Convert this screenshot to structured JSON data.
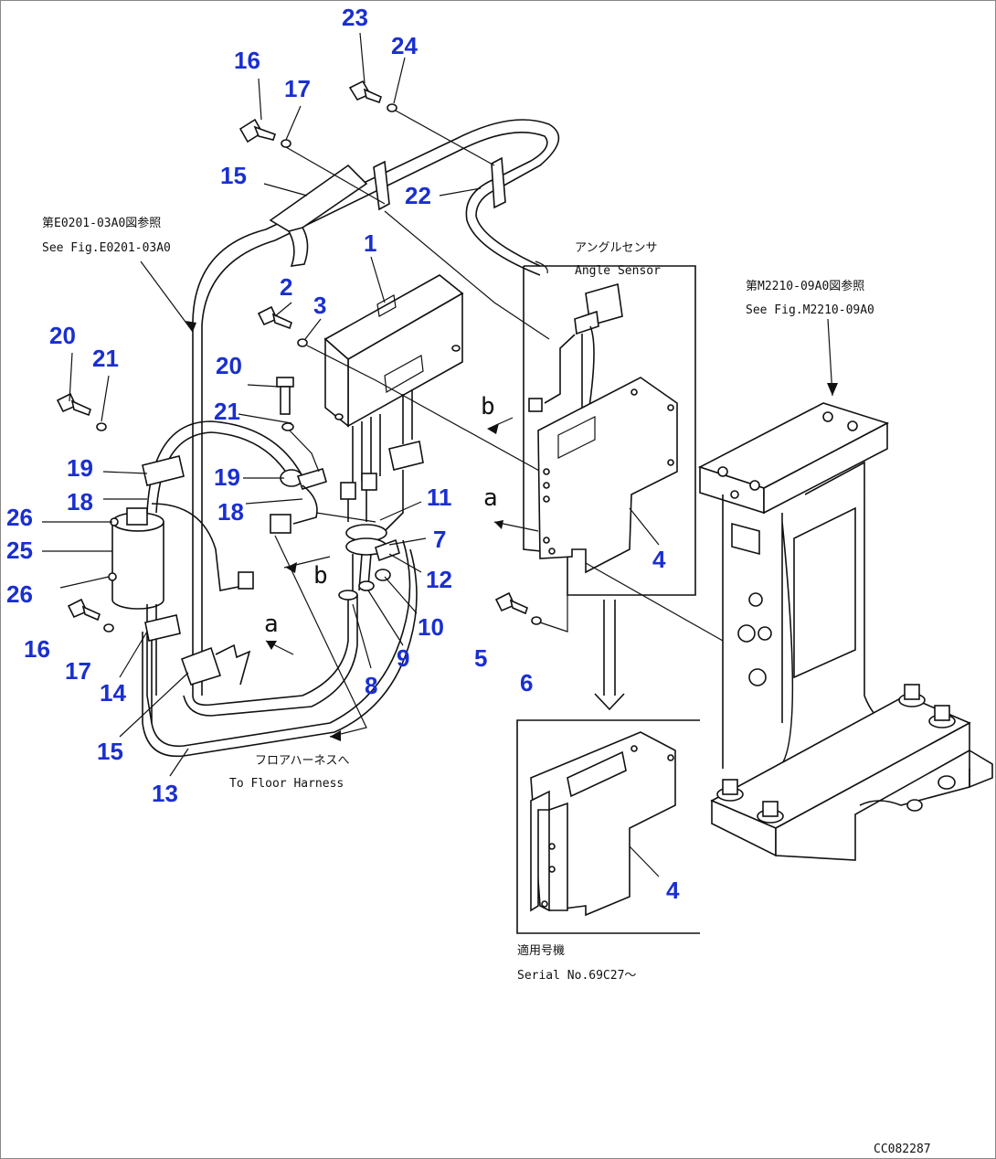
{
  "callouts": {
    "c1": "1",
    "c2": "2",
    "c3": "3",
    "c4a": "4",
    "c4b": "4",
    "c5": "5",
    "c6": "6",
    "c7": "7",
    "c8": "8",
    "c9": "9",
    "c10": "10",
    "c11": "11",
    "c12": "12",
    "c13": "13",
    "c14": "14",
    "c15a": "15",
    "c15b": "15",
    "c16a": "16",
    "c16b": "16",
    "c17a": "17",
    "c17b": "17",
    "c18a": "18",
    "c18b": "18",
    "c19a": "19",
    "c19b": "19",
    "c20a": "20",
    "c20b": "20",
    "c21a": "21",
    "c21b": "21",
    "c22": "22",
    "c23": "23",
    "c24": "24",
    "c25": "25",
    "c26a": "26",
    "c26b": "26"
  },
  "labels": {
    "ref_e0201_jp": "第E0201-03A0図参照",
    "ref_e0201_en": "See Fig.E0201-03A0",
    "angle_jp": "アングルセンサ",
    "angle_en": "Angle Sensor",
    "ref_m2210_jp": "第M2210-09A0図参照",
    "ref_m2210_en": "See Fig.M2210-09A0",
    "floor_jp": "フロアハーネスへ",
    "floor_en": "To Floor Harness",
    "serial_jp": "適用号機",
    "serial_en": "Serial No.69C27～",
    "marker_a1": "a",
    "marker_a2": "a",
    "marker_b1": "b",
    "marker_b2": "b",
    "drawing_code": "CC082287"
  }
}
